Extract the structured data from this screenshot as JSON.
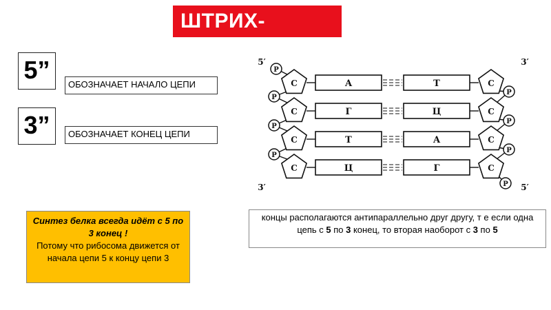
{
  "title": "ШТРИХ-",
  "five_prime": "5”",
  "three_prime": "3”",
  "five_label": "ОБОЗНАЧАЕТ НАЧАЛО ЦЕПИ",
  "three_label": "ОБОЗНАЧАЕТ КОНЕЦ ЦЕПИ",
  "synthesis_note": {
    "line1": "Синтез белка всегда идёт с 5 по 3 конец !",
    "line2": "Потому что рибосома движется от начала цепи 5 к концу цепи 3"
  },
  "antiparallel_note": {
    "part1": "концы располагаются антипараллельно друг другу, т е если одна цепь с ",
    "n5a": "5",
    "part2": " по ",
    "n3a": "3",
    "part3": " конец, то вторая наоборот с ",
    "n3b": "3",
    "part4": " по ",
    "n5b": "5"
  },
  "diagram": {
    "top_left": "5′",
    "top_right": "3′",
    "bottom_left": "3′",
    "bottom_right": "5′",
    "phosphate": "P",
    "sugar": "C",
    "rows": [
      {
        "left": "A",
        "right": "T"
      },
      {
        "left": "Г",
        "right": "Ц"
      },
      {
        "left": "T",
        "right": "A"
      },
      {
        "left": "Ц",
        "right": "Г"
      }
    ]
  }
}
